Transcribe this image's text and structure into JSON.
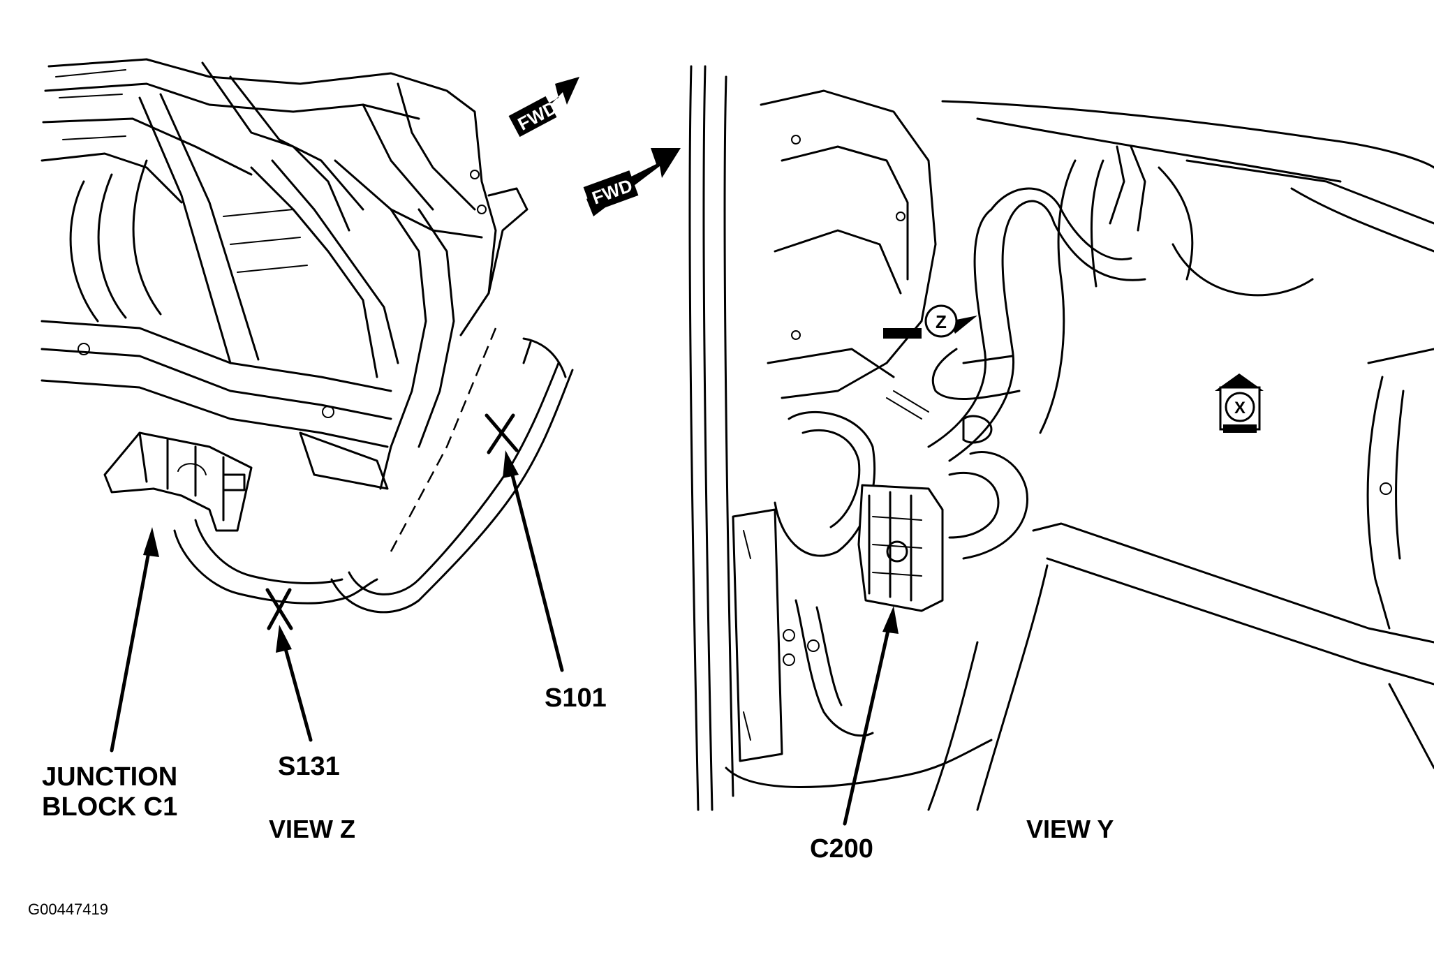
{
  "labels": {
    "junction_block_line1": "JUNCTION",
    "junction_block_line2": "BLOCK C1",
    "s131": "S131",
    "s101": "S101",
    "c200": "C200",
    "view_z": "VIEW Z",
    "view_y": "VIEW Y",
    "figure_id": "G00447419"
  },
  "markers": {
    "fwd_left": "FWD",
    "fwd_right": "FWD",
    "view_marker_z": "Z",
    "view_marker_x": "X"
  }
}
